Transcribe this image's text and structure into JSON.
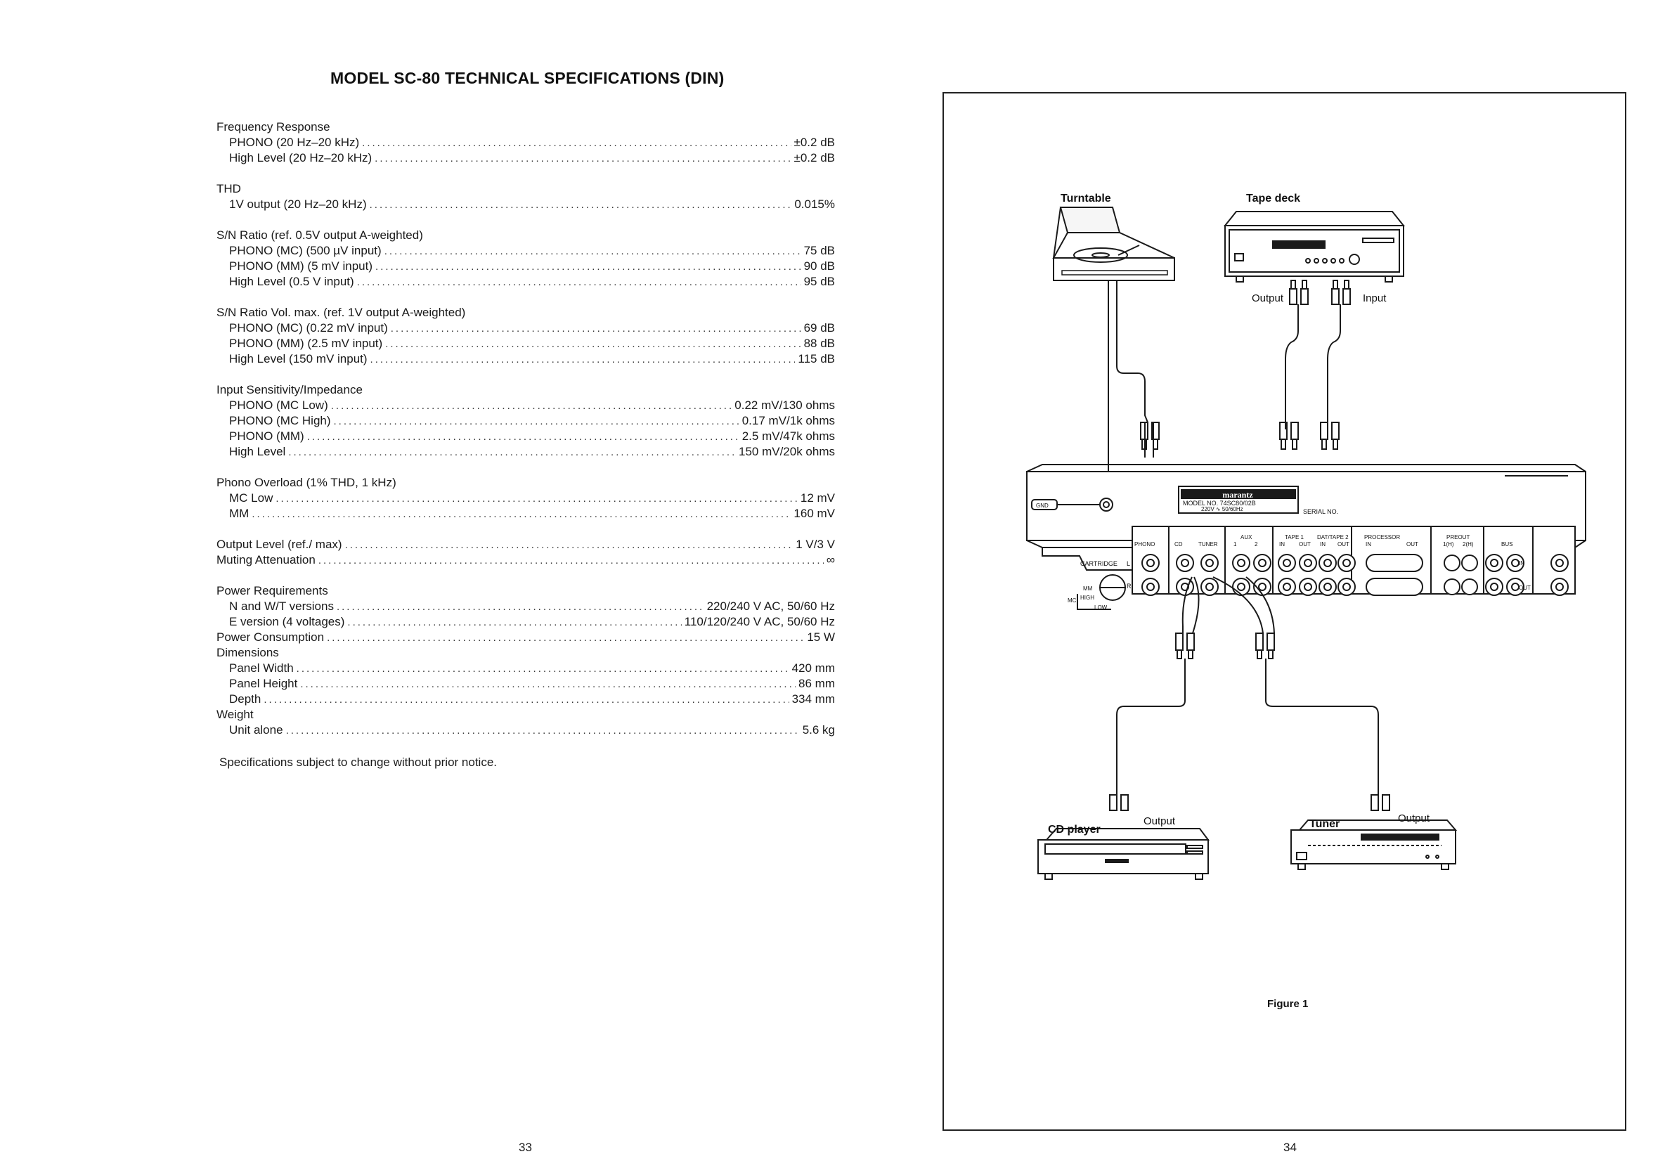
{
  "left_page": {
    "title": "MODEL SC-80 TECHNICAL SPECIFICATIONS (DIN)",
    "groups": [
      {
        "heading": "Frequency Response",
        "rows": [
          {
            "label": "PHONO (20 Hz–20 kHz)",
            "value": "±0.2 dB"
          },
          {
            "label": "High Level (20 Hz–20 kHz)",
            "value": "±0.2 dB"
          }
        ]
      },
      {
        "heading": "THD",
        "rows": [
          {
            "label": "1V output (20 Hz–20 kHz)",
            "value": "0.015%"
          }
        ]
      },
      {
        "heading": "S/N Ratio (ref. 0.5V output A-weighted)",
        "rows": [
          {
            "label": "PHONO (MC) (500 µV input)",
            "value": "75 dB"
          },
          {
            "label": "PHONO (MM) (5 mV input)",
            "value": "90 dB"
          },
          {
            "label": "High Level (0.5 V input)",
            "value": "95 dB"
          }
        ]
      },
      {
        "heading": "S/N Ratio Vol. max. (ref. 1V output A-weighted)",
        "rows": [
          {
            "label": "PHONO (MC) (0.22 mV input)",
            "value": "69 dB"
          },
          {
            "label": "PHONO (MM) (2.5 mV input)",
            "value": "88 dB"
          },
          {
            "label": "High Level (150 mV input)",
            "value": "115 dB"
          }
        ]
      },
      {
        "heading": "Input Sensitivity/Impedance",
        "rows": [
          {
            "label": "PHONO (MC Low)",
            "value": "0.22 mV/130 ohms"
          },
          {
            "label": "PHONO (MC High)",
            "value": "0.17 mV/1k ohms"
          },
          {
            "label": "PHONO (MM)",
            "value": "2.5 mV/47k ohms"
          },
          {
            "label": "High Level",
            "value": "150 mV/20k ohms"
          }
        ]
      },
      {
        "heading": "Phono Overload (1% THD, 1 kHz)",
        "rows": [
          {
            "label": "MC Low",
            "value": "12 mV"
          },
          {
            "label": "MM",
            "value": "160 mV"
          }
        ]
      },
      {
        "heading": "",
        "rows": [
          {
            "label": "Output Level (ref./ max)",
            "value": "1 V/3 V",
            "flush": true
          },
          {
            "label": "Muting Attenuation",
            "value": "∞",
            "flush": true
          }
        ]
      },
      {
        "heading": "Power Requirements",
        "rows": [
          {
            "label": "N and W/T versions",
            "value": "220/240 V AC, 50/60 Hz"
          },
          {
            "label": "E version (4 voltages)",
            "value": "110/120/240 V AC, 50/60 Hz"
          },
          {
            "label": "Power Consumption",
            "value": "15 W",
            "flush": true
          },
          {
            "label": "Dimensions",
            "value": "",
            "heading_row": true
          },
          {
            "label": "Panel Width",
            "value": "420 mm"
          },
          {
            "label": "Panel Height",
            "value": "86 mm"
          },
          {
            "label": "Depth",
            "value": "334 mm"
          },
          {
            "label": "Weight",
            "value": "",
            "heading_row": true
          },
          {
            "label": "Unit alone",
            "value": "5.6 kg"
          }
        ]
      }
    ],
    "note": "Specifications subject to change without prior notice.",
    "page_number": "33"
  },
  "right_page": {
    "page_number": "34",
    "figure": {
      "caption": "Figure 1",
      "devices": {
        "turntable": "Turntable",
        "tape_deck": "Tape deck",
        "cd_player": "CD player",
        "tuner": "Tuner"
      },
      "connection_labels": {
        "tape_output": "Output",
        "tape_input": "Input",
        "cd_output": "Output",
        "tuner_output": "Output"
      },
      "rear_panel": {
        "brand": "marantz",
        "model_line": "MODEL NO. 74SC80/02B",
        "power_line": "220V ∿ 50/60Hz",
        "serial": "SERIAL NO.",
        "gnd": "GND",
        "cartridge": "CARTRIDGE",
        "cartridge_l": "L",
        "cartridge_r": "R",
        "mm": "MM",
        "mc": "MC",
        "high": "HIGH",
        "low": "LOW",
        "jack_groups": [
          "PHONO",
          "CD",
          "TUNER",
          "AUX",
          "1",
          "2",
          "TAPE 1",
          "IN",
          "OUT",
          "DAT/TAPE 2",
          "IN",
          "OUT",
          "PROCESSOR",
          "IN",
          "OUT",
          "PREOUT",
          "1(H)",
          "2(H)",
          "BUS",
          "IN",
          "OUT"
        ]
      }
    }
  },
  "colors": {
    "ink": "#1a1a1a",
    "paper": "#ffffff"
  }
}
